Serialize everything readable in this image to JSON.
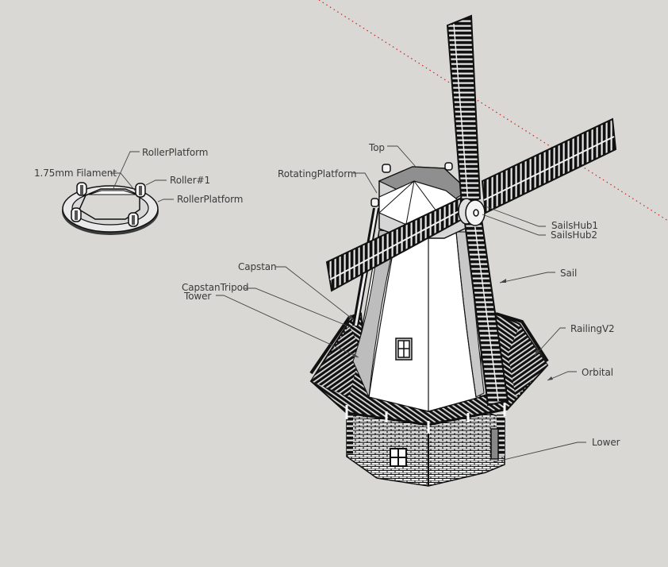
{
  "app": {
    "name": "SketchUp model viewport",
    "background_color": "#d9d8d4",
    "axis_color": "#cc2222"
  },
  "model": {
    "name": "Windmill",
    "roller_assembly_labels": {
      "roller_platform_top": "RollerPlatform",
      "filament": "1.75mm Filament",
      "roller": "Roller#1",
      "roller_platform_bottom": "RollerPlatform"
    },
    "windmill_labels": {
      "top": "Top",
      "rotating_platform": "RotatingPlatform",
      "sails_hub_1": "SailsHub1",
      "sails_hub_2": "SailsHub2",
      "sail": "Sail",
      "capstan": "Capstan",
      "capstan_tripod": "CapstanTripod",
      "tower": "Tower",
      "railing": "RailingV2",
      "orbital": "Orbital",
      "lower": "Lower"
    }
  }
}
